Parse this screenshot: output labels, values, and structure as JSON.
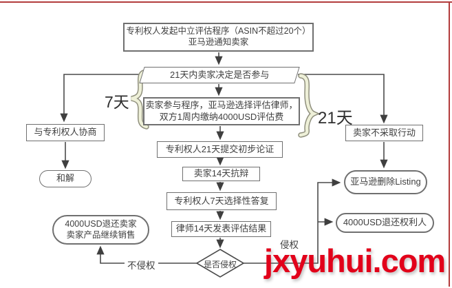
{
  "page": {
    "watermark": "jxyuhui.com",
    "colors": {
      "frame_red": "#b23b3b",
      "watermark_red": "#e2001a",
      "line_gray": "#4a4a4a",
      "box_border_gray": "#6f6f6f",
      "brace_fill": "#eef0d8",
      "brace_outline": "#8f8f7d"
    }
  },
  "flowchart": {
    "nodes": {
      "initiate": {
        "line1": "专利权人发起中立评估程序（ASIN不超过20个）",
        "line2": "亚马逊通知卖家"
      },
      "decide": {
        "label": "21天内卖家决定是否参与"
      },
      "participate": {
        "line1": "卖家参与程序，亚马逊选择评估律师，",
        "line2": "双方1周内缴纳4000USD评估费"
      },
      "negotiate": {
        "label": "与专利权人协商"
      },
      "settle": {
        "label": "和解"
      },
      "initial_argument": {
        "label": "专利权人21天提交初步论证"
      },
      "defense": {
        "label": "卖家14天抗辩"
      },
      "optional_reply": {
        "label": "专利权人7天选择性答复"
      },
      "evaluation_result": {
        "label": "律师14天发表评估结果"
      },
      "infringe_decision": {
        "label": "是否侵权"
      },
      "refund_seller": {
        "line1": "4000USD退还卖家",
        "line2": "卖家产品继续销售"
      },
      "no_action": {
        "label": "卖家不采取行动"
      },
      "delete_listing": {
        "label": "亚马逊删除Listing"
      },
      "refund_owner": {
        "label": "4000USD退还权利人"
      }
    },
    "annotations": {
      "left_duration": "7天",
      "right_duration": "21天",
      "not_infringing": "不侵权",
      "infringing": "侵权"
    }
  }
}
